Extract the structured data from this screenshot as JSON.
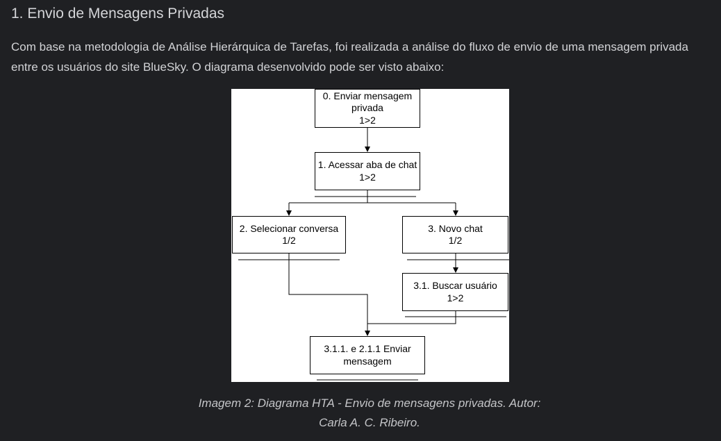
{
  "section": {
    "heading": "1. Envio de Mensagens Privadas",
    "paragraph": "Com base na metodologia de Análise Hierárquica de Tarefas, foi realizada a análise do fluxo de envio de uma mensagem privada entre os usuários do site BlueSky. O diagrama desenvolvido pode ser visto abaixo:"
  },
  "diagram": {
    "nodes": {
      "n0": {
        "line1": "0. Enviar mensagem",
        "line2": "privada",
        "plan": "1>2"
      },
      "n1": {
        "line1": "1. Acessar aba de chat",
        "plan": "1>2"
      },
      "n2": {
        "line1": "2. Selecionar conversa",
        "plan": "1/2"
      },
      "n3": {
        "line1": "3. Novo chat",
        "plan": "1/2"
      },
      "n31": {
        "line1": "3.1. Buscar usuário",
        "plan": "1>2"
      },
      "n311": {
        "line1": "3.1.1. e 2.1.1 Enviar",
        "line2": "mensagem"
      }
    }
  },
  "caption": {
    "line1": "Imagem 2: Diagrama HTA - Envio de mensagens privadas. Autor:",
    "line2": "Carla A. C. Ribeiro."
  }
}
